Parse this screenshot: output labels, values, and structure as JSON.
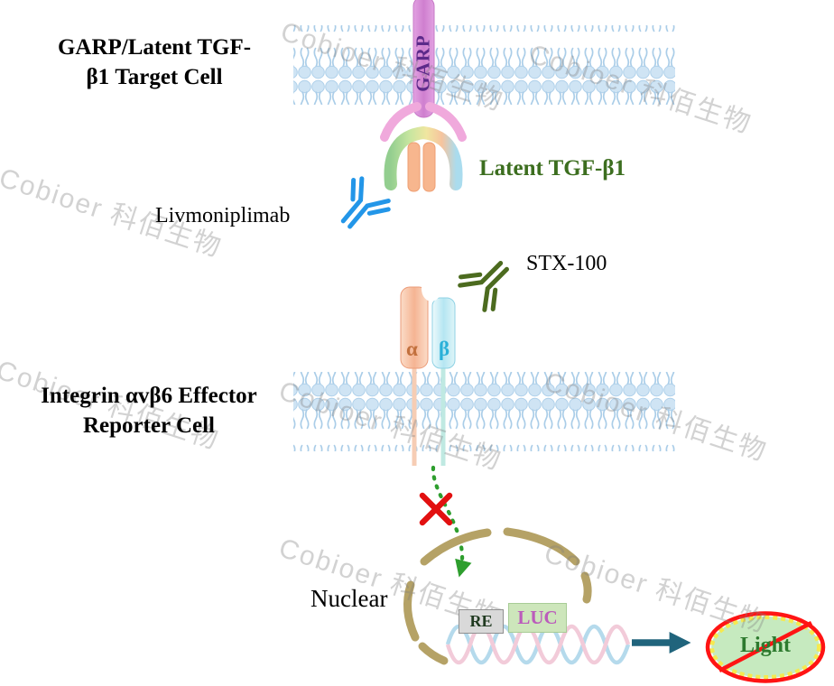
{
  "watermark": {
    "text": "Cobioer 科佰生物"
  },
  "target_cell": {
    "label_line1": "GARP/Latent TGF-",
    "label_line2": "β1 Target Cell"
  },
  "effector_cell": {
    "label_line1": "Integrin αvβ6 Effector",
    "label_line2": "Reporter Cell"
  },
  "proteins": {
    "garp_label": "GARP",
    "latent_tgfb1_label": "Latent TGF-β1",
    "integrin_alpha_label": "α",
    "integrin_beta_label": "β"
  },
  "antibodies": {
    "livmoniplimab_label": "Livmoniplimab",
    "stx100_label": "STX-100"
  },
  "nucleus": {
    "label": "Nuclear",
    "response_element_label": "RE",
    "luciferase_label": "LUC"
  },
  "output": {
    "light_label": "Light"
  },
  "colors": {
    "garp_bar": "#d88ed8",
    "garp_text": "#5c2a8a",
    "garp_wings": "#f0a9dc",
    "latent_tgfb1_text": "#3c6e1f",
    "livmoniplimab": "#2396e8",
    "stx100": "#4c6b1f",
    "membrane": "#cfe4f4",
    "integrin_alpha": "#f5b493",
    "integrin_alpha_text": "#c2703d",
    "integrin_beta": "#b5e6f2",
    "integrin_beta_text": "#2ab0d8",
    "signal_arrow": "#2e9e2e",
    "block_x": "#e21010",
    "nuclear_envelope": "#b5a266",
    "re_box_bg": "#d9d9d9",
    "re_text": "#203a20",
    "luc_box_bg": "#cde6bb",
    "luc_text": "#bb5cbb",
    "result_arrow": "#20647c",
    "no_sign": "#ff1414",
    "light_text": "#2d7a2e",
    "light_burst": "#c6eabf",
    "burst_edge": "#f6e94e"
  }
}
